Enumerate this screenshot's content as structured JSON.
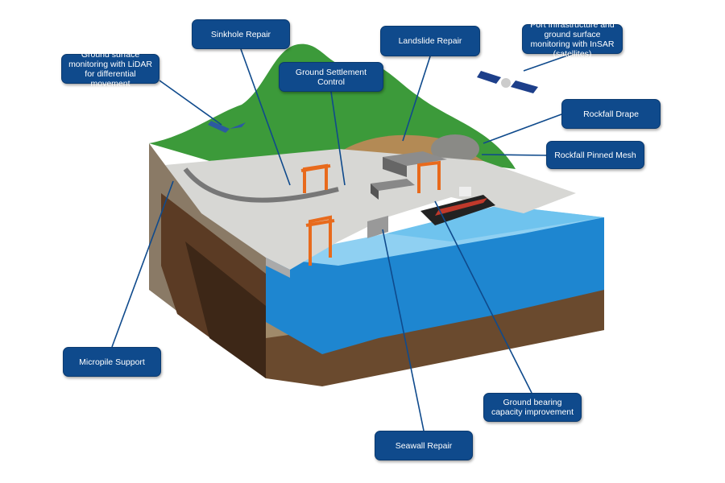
{
  "labels": {
    "sinkhole": "Sinkhole Repair",
    "lidar": "Ground surface monitoring with LiDAR for differential movement",
    "settlement": "Ground Settlement Control",
    "landslide": "Landslide Repair",
    "insar": "Port Infrastructure and ground surface monitoring with InSAR (satellites)",
    "rockfall_drape": "Rockfall Drape",
    "rockfall_mesh": "Rockfall Pinned Mesh",
    "micropile": "Micropile Support",
    "bearing": "Ground bearing capacity improvement",
    "seawall": "Seawall Repair"
  },
  "colors": {
    "label_bg": "#0f4a8c",
    "leader": "#0f4a8c"
  }
}
